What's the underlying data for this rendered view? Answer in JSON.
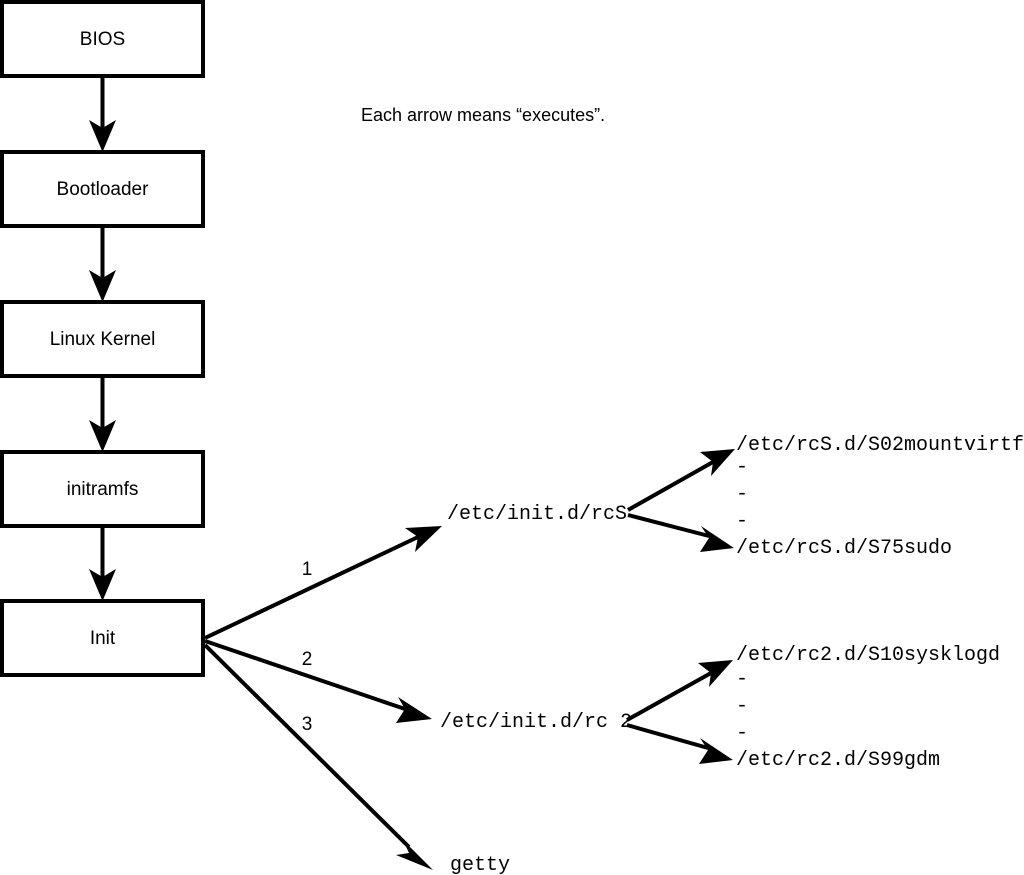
{
  "caption": {
    "text": "Each arrow means “executes”."
  },
  "boot_chain": {
    "nodes": [
      {
        "id": "bios",
        "label": "BIOS"
      },
      {
        "id": "bootloader",
        "label": "Bootloader"
      },
      {
        "id": "kernel",
        "label": "Linux Kernel"
      },
      {
        "id": "initramfs",
        "label": "initramfs"
      },
      {
        "id": "init",
        "label": "Init"
      }
    ]
  },
  "init_branches": {
    "numbers": [
      "1",
      "2",
      "3"
    ],
    "targets": [
      {
        "id": "rcs",
        "label": "/etc/init.d/rcS"
      },
      {
        "id": "rc2",
        "label": "/etc/init.d/rc 2"
      },
      {
        "id": "getty",
        "label": "getty"
      }
    ]
  },
  "rcs_scripts": {
    "first": "/etc/rcS.d/S02mountvirtfs",
    "ellipsis": [
      "-",
      "-",
      "-"
    ],
    "last": "/etc/rcS.d/S75sudo"
  },
  "rc2_scripts": {
    "first": "/etc/rc2.d/S10sysklogd",
    "ellipsis": [
      "-",
      "-",
      "-"
    ],
    "last": "/etc/rc2.d/S99gdm"
  },
  "colors": {
    "stroke": "#000000",
    "background": "#ffffff",
    "box_fill": "#ffffff"
  }
}
